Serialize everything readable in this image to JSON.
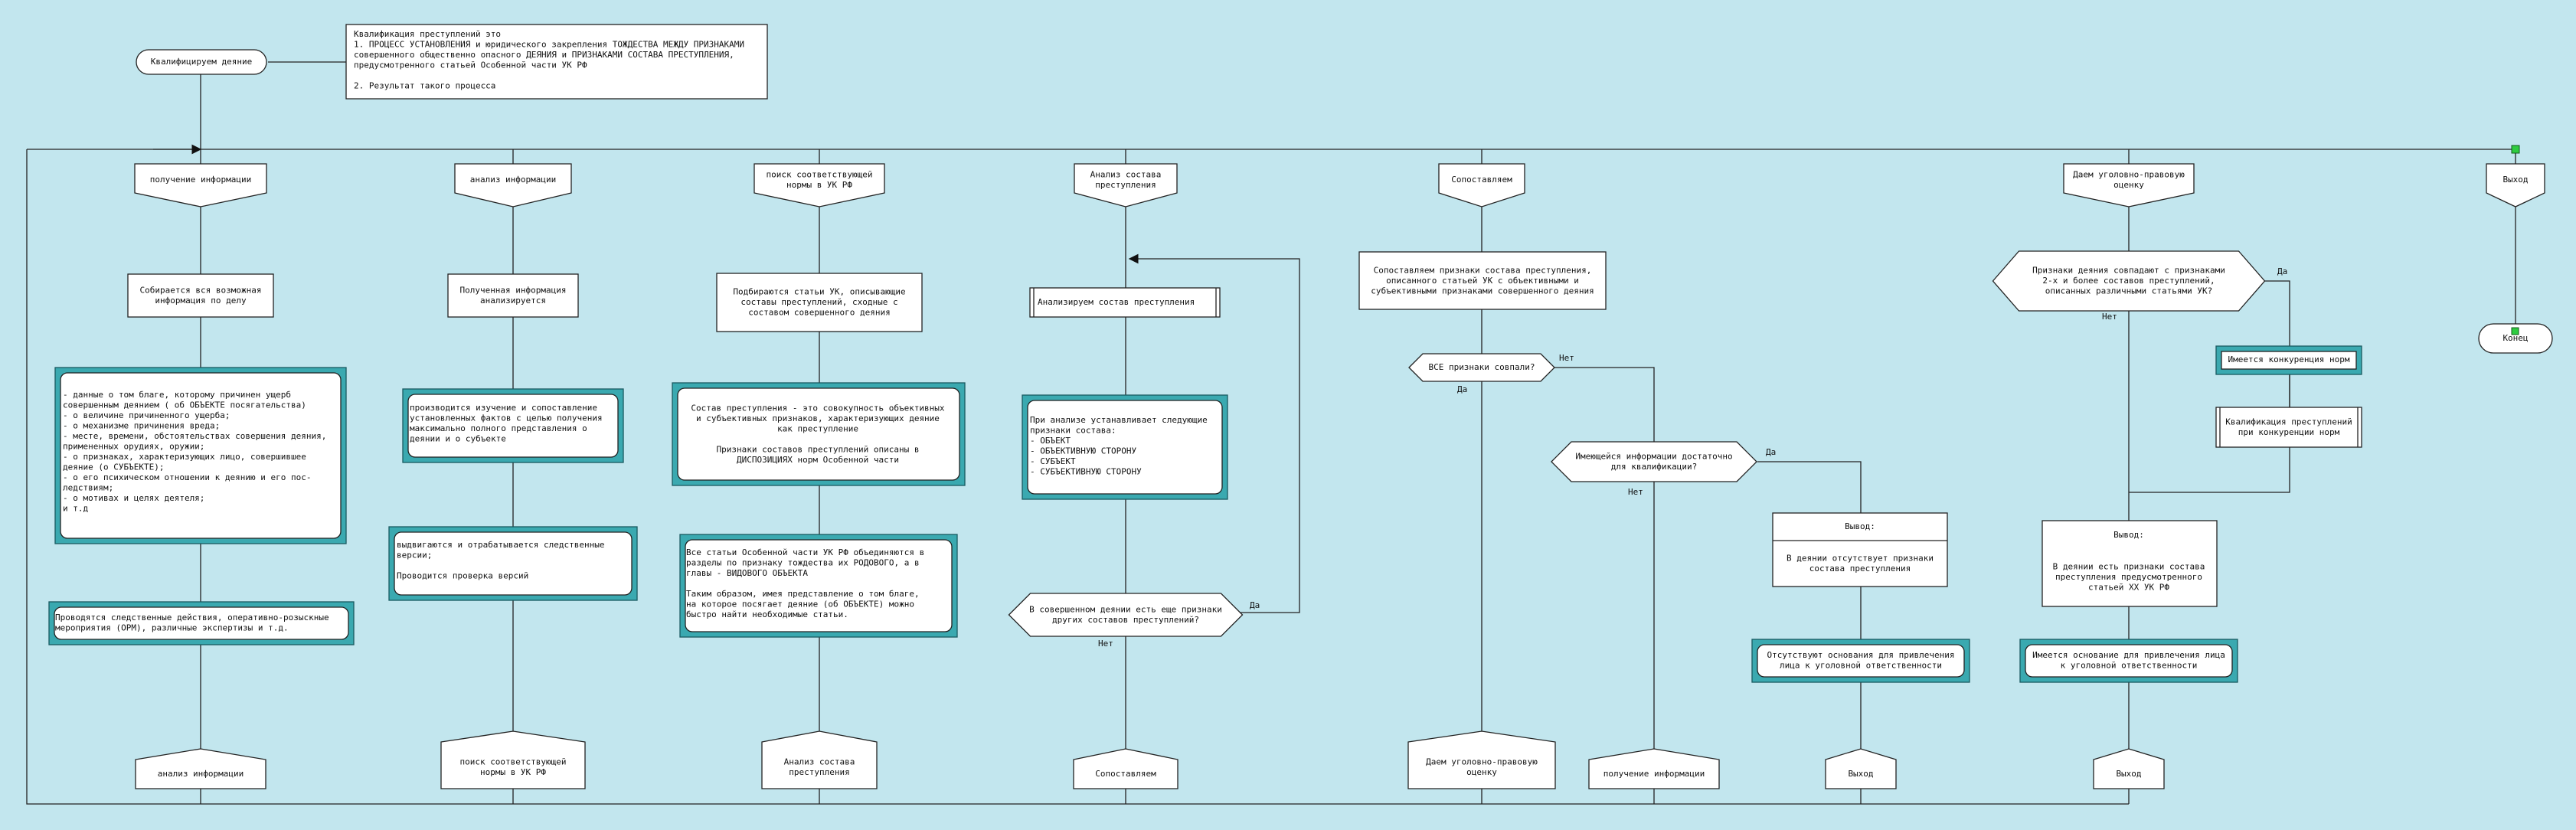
{
  "header": {
    "start": [
      "Квалифицируем деяние"
    ],
    "definition": [
      "Квалификация преступлений это",
      "1. ПРОЦЕСС УСТАНОВЛЕНИЯ и юридического закрепления ТОЖДЕСТВА МЕЖДУ ПРИЗНАКАМИ",
      "совершенного общественно опасного ДЕЯНИЯ и ПРИЗНАКАМИ СОСТАВА ПРЕСТУПЛЕНИЯ,",
      "предусмотренного статьей Особенной части УК РФ",
      "",
      "2. Результат такого процесса"
    ]
  },
  "lanes": [
    {
      "title": [
        "получение информации"
      ]
    },
    {
      "title": [
        "анализ информации"
      ]
    },
    {
      "title": [
        "поиск соответствующей",
        "нормы в УК РФ"
      ]
    },
    {
      "title": [
        "Анализ состава",
        "преступления"
      ]
    },
    {
      "title": [
        "Сопоставляем"
      ]
    },
    {
      "title": [
        "Даем уголовно-правовую",
        "оценку"
      ]
    },
    {
      "title": [
        "Выход"
      ]
    }
  ],
  "blocks": {
    "l1_b1": [
      "Собирается вся возможная",
      "информация по делу"
    ],
    "l1_b2": [
      "- данные о том благе, которому причинен ущерб",
      "совершенным  деянием ( об ОБЪЕКТЕ посягательства)",
      "- о величине причиненного ущерба;",
      "- о механизме причинения вреда;",
      "- месте, времени, обстоятельствах совершения деяния,",
      "примененных орудиях, оружии;",
      "- о  признаках,  характеризующих  лицо,  совершившее",
      "деяние (о СУБЪЕКТЕ);",
      "- о его психическом отношении к деянию и его пос-",
      "ледствиям;",
      "- о мотивах и целях деятеля;",
      "и т.д"
    ],
    "l1_b3": [
      "Проводятся следственные действия, оперативно-розыскные",
      "мероприятия (ОРМ), различные экспертизы и т.д."
    ],
    "l2_b1": [
      "Полученная информация",
      "анализируется"
    ],
    "l2_b2": [
      "производится изучение и  сопоставление",
      "установленных фактов с целью получения",
      "максимально  полного  представления  о",
      "деянии и о субъекте"
    ],
    "l2_b3": [
      "выдвигаются и отрабатывается следственные",
      "версии;",
      "",
      "Проводится проверка версий"
    ],
    "l3_b1": [
      "Подбираются статьи УК, описывающие",
      "составы  преступлений,  сходные  с",
      "составом совершенного деяния"
    ],
    "l3_b2": [
      "Состав преступления - это совокупность объективных",
      "и субъективных  признаков,  характеризующих деяние",
      "как преступление",
      "",
      "Признаки составов преступлений описаны в",
      "ДИСПОЗИЦИЯХ норм Особенной части"
    ],
    "l3_b3": [
      "Все статьи Особенной части УК РФ объединяются в",
      "разделы  по признаку тождества их РОДОВОГО, а в",
      "главы - ВИДОВОГО ОБЪЕКТА",
      "",
      "Таким  образом, имея представление о том благе,",
      "на  которое  посягает деяние (об ОБЪЕКТЕ) можно",
      "быстро найти необходимые статьи."
    ],
    "l4_b1": [
      "Анализируем состав преступления"
    ],
    "l4_b2": [
      "При анализе устанавливает следующие",
      "признаки состава:",
      "- ОБЪЕКТ",
      "- ОБЪЕКТИВНУЮ СТОРОНУ",
      "- СУБЪЕКТ",
      "- СУБЪЕКТИВНУЮ СТОРОНУ"
    ],
    "l4_d1": [
      "В совершенном деянии есть еще признаки",
      "других составов преступлений?"
    ],
    "l5_b1": [
      "Сопоставляем признаки  состава  преступления,",
      "описанного  статьей  УК  с   объективными  и",
      "субъективными признаками совершенного деяния"
    ],
    "l5_d1": [
      "ВСЕ признаки совпали?"
    ],
    "l5_d2": [
      "Имеющейся информации достаточно",
      "для квалификации?"
    ],
    "l5_out_title": [
      "Вывод:"
    ],
    "l5_out_body": [
      "В деянии отсутствует признаки",
      "состава преступления"
    ],
    "l5_out_result": [
      "Отсутствуют основания для привлечения",
      "лица к уголовной ответственности"
    ],
    "l6_d1": [
      "Признаки деяния совпадают с признаками",
      "2-х  и   более  составов  преступлений,",
      "описанных различными статьями УК?"
    ],
    "l6_comp": [
      "Имеется конкуренция норм"
    ],
    "l6_qual": [
      "Квалификация преступлений",
      "при конкуренции норм"
    ],
    "l6_out_title": [
      "Вывод:"
    ],
    "l6_out_body": [
      "В деянии есть признаки состава",
      "преступления  предусмотренного",
      "статьей ХХ  УК РФ"
    ],
    "l6_out_result": [
      "Имеется основание для привлечения лица",
      "к уголовной ответственности"
    ],
    "end": [
      "Конец"
    ]
  },
  "labels": {
    "yes": "Да",
    "no": "Нет"
  },
  "exits": {
    "e1": [
      "анализ информации"
    ],
    "e2": [
      "поиск соответствующей",
      "нормы в УК РФ"
    ],
    "e3": [
      "Анализ состава",
      "преступления"
    ],
    "e4": [
      "Сопоставляем"
    ],
    "e5": [
      "Даем уголовно-правовую",
      "оценку"
    ],
    "e6": [
      "получение информации"
    ],
    "e7": [
      "Выход"
    ],
    "e8": [
      "Выход"
    ]
  },
  "colors": {
    "background": "#c2e6ee",
    "box": "#ffffff",
    "accent": "#3aa9b0",
    "line": "#222222",
    "handle": "#2ecc40"
  }
}
